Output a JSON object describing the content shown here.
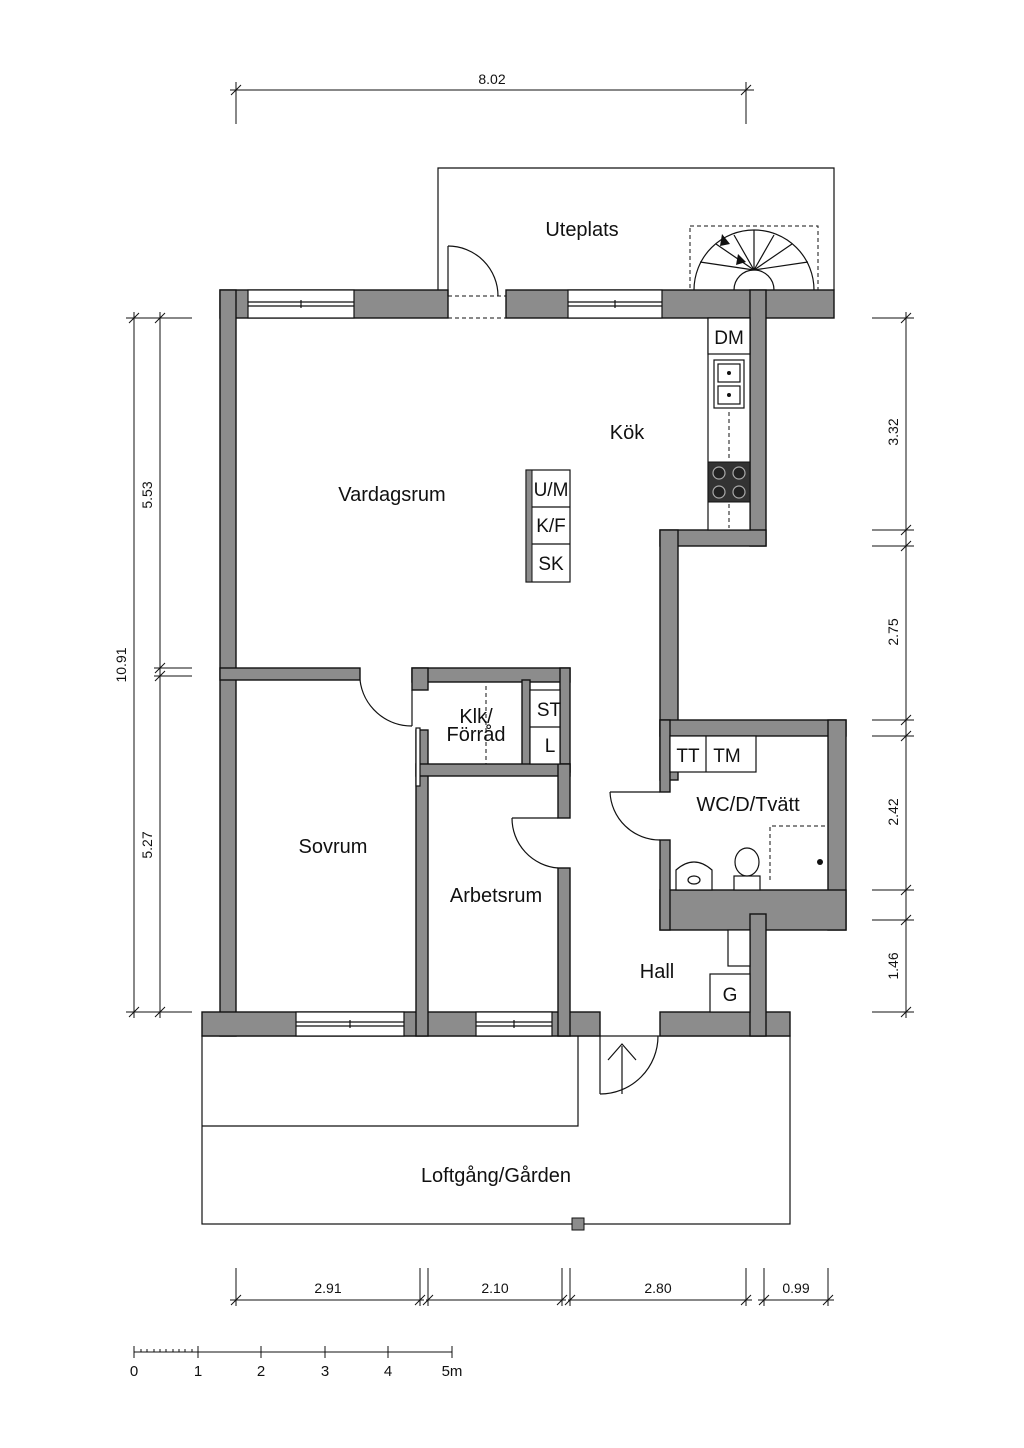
{
  "rooms": {
    "uteplats": "Uteplats",
    "kok": "Kök",
    "vardagsrum": "Vardagsrum",
    "klk_line1": "Klk/",
    "klk_line2": "Förråd",
    "wc": "WC/D/Tvätt",
    "sovrum": "Sovrum",
    "arbetsrum": "Arbetsrum",
    "hall": "Hall",
    "loftgang": "Loftgång/Gården"
  },
  "fixtures": {
    "dm": "DM",
    "um": "U/M",
    "kf": "K/F",
    "sk": "SK",
    "st": "ST",
    "l": "L",
    "tt": "TT",
    "tm": "TM",
    "g": "G"
  },
  "dimensions": {
    "top_width": "8.02",
    "left_total": "10.91",
    "left_upper": "5.53",
    "left_lower": "5.27",
    "right_1": "3.32",
    "right_2": "2.75",
    "right_3": "2.42",
    "right_4": "1.46",
    "bottom_1": "2.91",
    "bottom_2": "2.10",
    "bottom_3": "2.80",
    "bottom_4": "0.99"
  },
  "scale": {
    "labels": [
      "0",
      "1",
      "2",
      "3",
      "4",
      "5m"
    ]
  }
}
